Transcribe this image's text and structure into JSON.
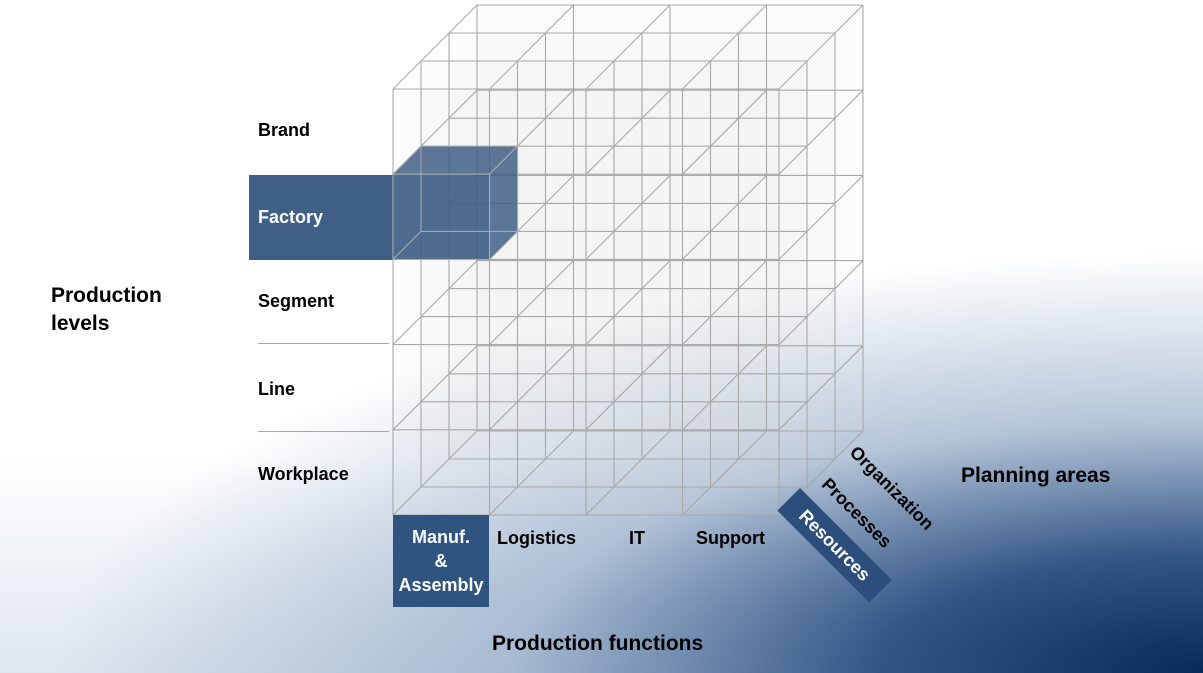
{
  "levels": {
    "title": "Production levels",
    "items": [
      "Brand",
      "Factory",
      "Segment",
      "Line",
      "Workplace"
    ],
    "highlighted": "Factory"
  },
  "functions": {
    "title": "Production functions",
    "items": [
      "Manuf. & Assembly",
      "Logistics",
      "IT",
      "Support"
    ],
    "highlighted": "Manuf. & Assembly",
    "manuf_lines": [
      "Manuf.",
      "&",
      "Assembly"
    ]
  },
  "areas": {
    "title": "Planning areas",
    "items": [
      "Resources",
      "Processes",
      "Organization"
    ],
    "highlighted": "Resources"
  },
  "colors": {
    "highlight": "#3f5f86",
    "grid": "#a8a8a8",
    "gradient_dark": "#0a285a"
  }
}
